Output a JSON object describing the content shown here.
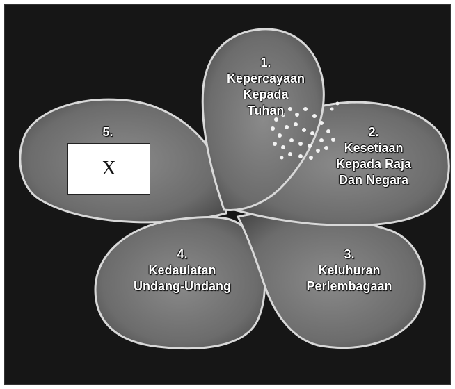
{
  "petals": [
    {
      "number": "1.",
      "lines": [
        "Kepercayaan",
        "Kepada",
        "Tuhan"
      ]
    },
    {
      "number": "2.",
      "lines": [
        "Kesetiaan",
        "Kepada Raja",
        "Dan Negara"
      ]
    },
    {
      "number": "3.",
      "lines": [
        "Keluhuran",
        "Perlembagaan"
      ]
    },
    {
      "number": "4.",
      "lines": [
        "Kedaulatan",
        "Undang-Undang"
      ]
    },
    {
      "number": "5.",
      "lines": []
    }
  ],
  "answer_box": {
    "text": "X"
  },
  "colors": {
    "background": "#161616",
    "petal": "#7a7a7a",
    "outline": "#d8d8d8",
    "text": "#ffffff"
  }
}
